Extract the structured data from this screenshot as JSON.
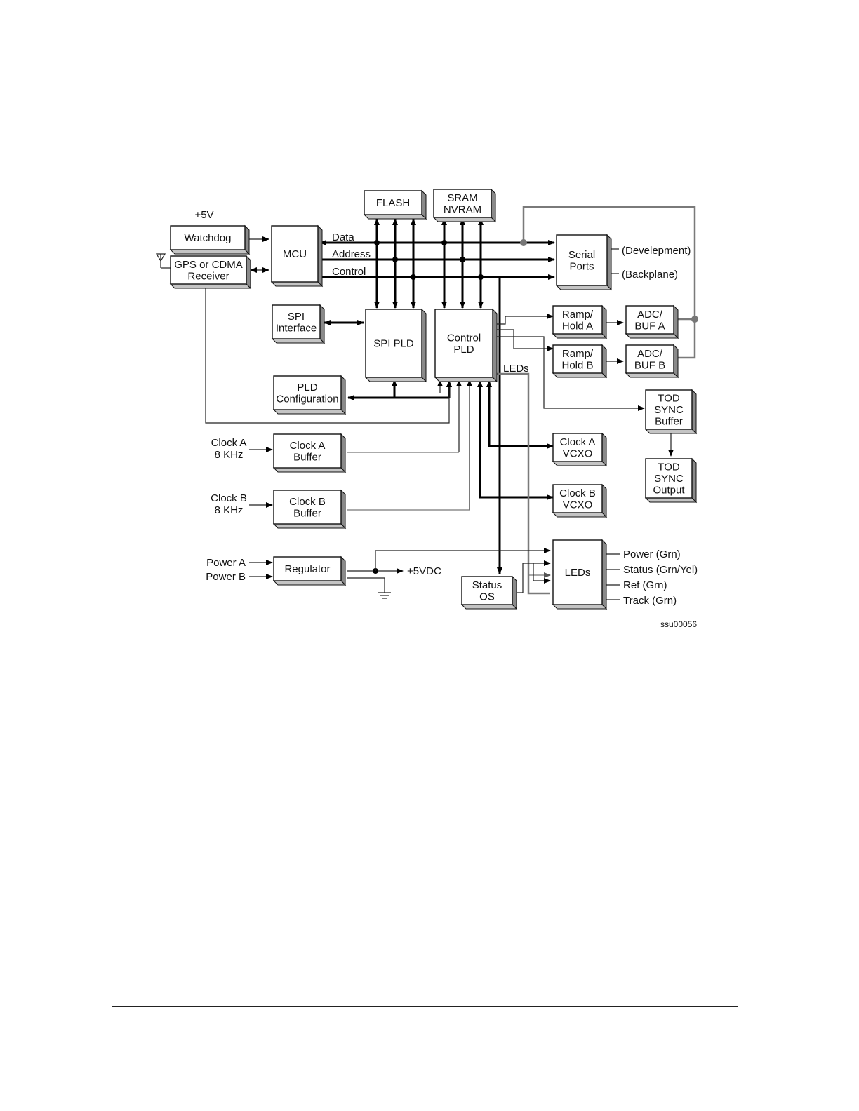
{
  "blocks": {
    "flash": [
      "FLASH"
    ],
    "sram": [
      "SRAM",
      "NVRAM"
    ],
    "watchdog": [
      "Watchdog"
    ],
    "mcu": [
      "MCU"
    ],
    "gps": [
      "GPS or CDMA",
      "Receiver"
    ],
    "serial_ports": [
      "Serial",
      "Ports"
    ],
    "spi_interface": [
      "SPI",
      "Interface"
    ],
    "spi_pld": [
      "SPI PLD"
    ],
    "control_pld": [
      "Control",
      "PLD"
    ],
    "ramp_hold_a": [
      "Ramp/",
      "Hold A"
    ],
    "ramp_hold_b": [
      "Ramp/",
      "Hold B"
    ],
    "adc_buf_a": [
      "ADC/",
      "BUF A"
    ],
    "adc_buf_b": [
      "ADC/",
      "BUF B"
    ],
    "pld_config": [
      "PLD",
      "Configuration"
    ],
    "tod_sync_buffer": [
      "TOD",
      "SYNC",
      "Buffer"
    ],
    "tod_sync_output": [
      "TOD",
      "SYNC",
      "Output"
    ],
    "clock_a_buffer": [
      "Clock A",
      "Buffer"
    ],
    "clock_b_buffer": [
      "Clock B",
      "Buffer"
    ],
    "clock_a_vcxo": [
      "Clock A",
      "VCXO"
    ],
    "clock_b_vcxo": [
      "Clock B",
      "VCXO"
    ],
    "regulator": [
      "Regulator"
    ],
    "status_os": [
      "Status",
      "OS"
    ],
    "leds_block": [
      "LEDs"
    ]
  },
  "labels": {
    "plus5v": "+5V",
    "data": "Data",
    "address": "Address",
    "control": "Control",
    "development": "(Develepment)",
    "backplane": "(Backplane)",
    "leds_line": "LEDs",
    "clock_a_in": [
      "Clock A",
      "8 KHz"
    ],
    "clock_b_in": [
      "Clock B",
      "8 KHz"
    ],
    "power_a": "Power A",
    "power_b": "Power B",
    "plus5vdc": "+5VDC",
    "led_outputs": [
      "Power (Grn)",
      "Status (Grn/Yel)",
      "Ref (Grn)",
      "Track (Grn)"
    ],
    "figure_id": "ssu00056"
  }
}
